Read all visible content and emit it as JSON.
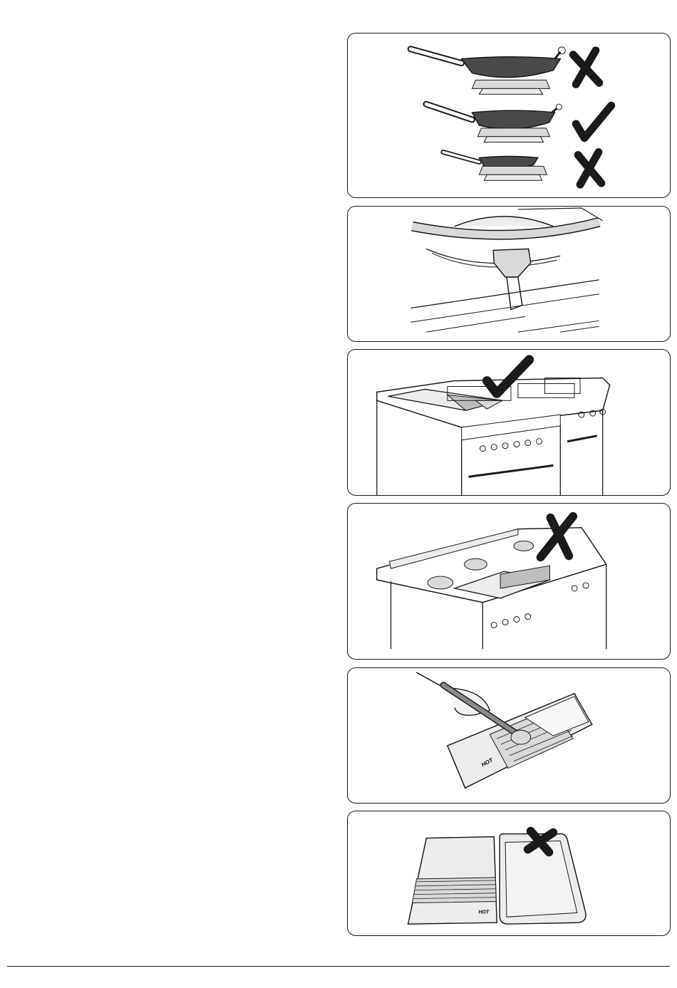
{
  "panels": [
    {
      "id": "wok-sizes",
      "marks": [
        "cross",
        "tick",
        "cross"
      ]
    },
    {
      "id": "wok-stand-fitting",
      "marks": []
    },
    {
      "id": "griddle-on-hob",
      "marks": [
        "tick"
      ]
    },
    {
      "id": "griddle-wrong-placement",
      "marks": [
        "cross"
      ]
    },
    {
      "id": "griddle-cleaning",
      "label": "HOT",
      "marks": []
    },
    {
      "id": "griddle-plates",
      "label": "HOT",
      "marks": [
        "cross"
      ]
    }
  ],
  "colors": {
    "line": "#1a1a1a",
    "pan": "#4a4a4a",
    "fill": "#d9d9d9",
    "light": "#ececec"
  }
}
